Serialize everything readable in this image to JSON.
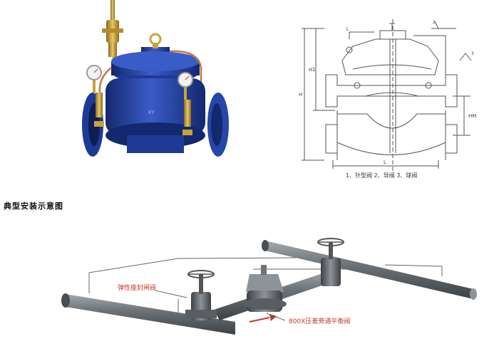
{
  "drawing": {
    "dim_labels": {
      "h": "H",
      "h1": "H1",
      "hm": "HM",
      "l": "L"
    },
    "part_callouts": [
      "1",
      "2",
      "3"
    ],
    "legend": "1、针型阀   2、导阀   3、球阀"
  },
  "section_title": "典型安装示意图",
  "installation": {
    "label_gate_valve": "弹性座封闸阀",
    "label_balance_valve": "800X压差旁通平衡阀"
  },
  "colors": {
    "valve_body": "#2646a8",
    "valve_dark": "#14286e",
    "brass": "#c9a23a",
    "pipe": "#6e7378",
    "drawing_line": "#555555",
    "label_text": "#c0392b"
  }
}
